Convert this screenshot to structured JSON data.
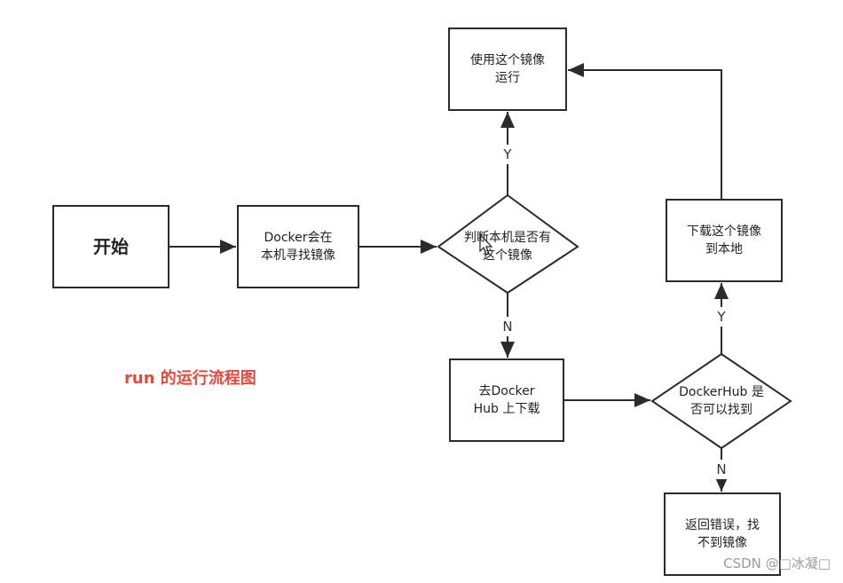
{
  "nodes": {
    "start": "开始",
    "docker_search": "Docker会在\n本机寻找镜像",
    "local_decision": "判断本机是否有\n这个镜像",
    "use_image": "使用这个镜像\n运行",
    "dockerhub_pull": "去Docker\nHub 上下载",
    "hub_decision": "DockerHub 是\n否可以找到",
    "download_image": "下载这个镜像\n到本地",
    "error": "返回错误，找\n不到镜像"
  },
  "edges": {
    "yes": "Y",
    "no": "N"
  },
  "caption": "run 的运行流程图",
  "watermark": "CSDN @□冰凝□"
}
